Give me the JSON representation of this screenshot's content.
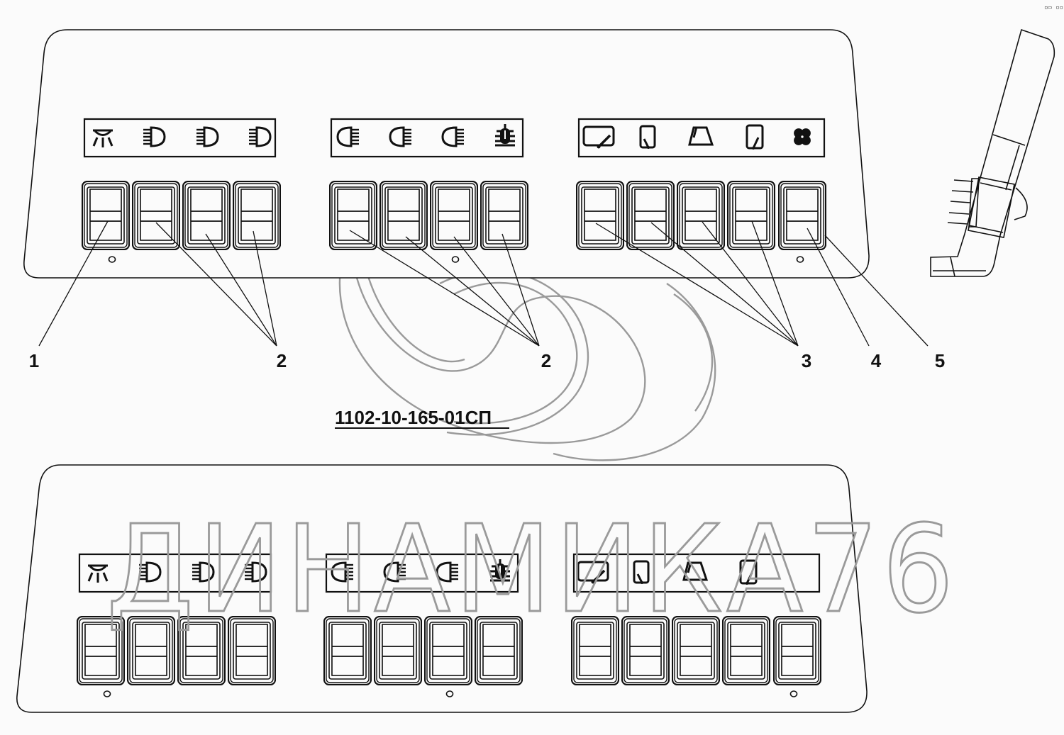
{
  "drawing": {
    "part_number": "1102-10-165-01СП",
    "watermark_text": "ДИНАМИКА76",
    "corner_mark": "▫▭ ▫▫▫",
    "callouts": [
      "1",
      "2",
      "2",
      "3",
      "4",
      "5"
    ]
  },
  "top_panel": {
    "groups": [
      {
        "icons": [
          "cabin-light-icon",
          "headlight-high-beam-icon",
          "headlight-high-beam-icon",
          "headlight-high-beam-icon"
        ],
        "switch_count": 4
      },
      {
        "icons": [
          "headlight-low-beam-icon",
          "headlight-low-beam-icon",
          "headlight-low-beam-icon",
          "beacon-light-icon"
        ],
        "switch_count": 4
      },
      {
        "icons": [
          "windshield-wiper-icon",
          "side-window-wiper-icon",
          "rear-wiper-icon",
          "side-window-wiper-icon",
          "fan-icon"
        ],
        "switch_count": 5
      }
    ]
  },
  "bottom_panel": {
    "groups": [
      {
        "icons": [
          "cabin-light-icon",
          "headlight-high-beam-icon",
          "headlight-high-beam-icon",
          "headlight-high-beam-icon"
        ],
        "switch_count": 4
      },
      {
        "icons": [
          "headlight-low-beam-icon",
          "headlight-low-beam-icon",
          "headlight-low-beam-icon",
          "beacon-light-icon"
        ],
        "switch_count": 4
      },
      {
        "icons": [
          "windshield-wiper-icon",
          "side-window-wiper-icon",
          "rear-wiper-icon",
          "side-window-wiper-icon"
        ],
        "switch_count": 5
      }
    ]
  }
}
